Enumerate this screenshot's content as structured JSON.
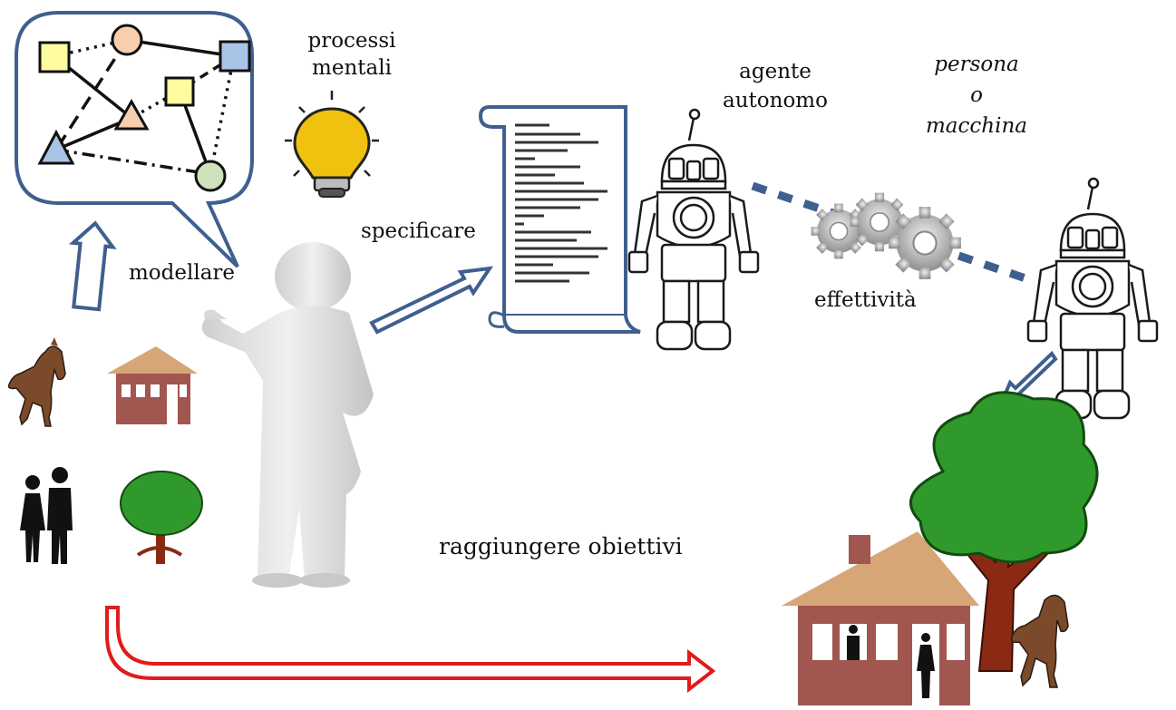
{
  "labels": {
    "mental_processes_1": "processi",
    "mental_processes_2": "mentali",
    "model": "modellare",
    "specify": "specificare",
    "agent_1": "agente",
    "agent_2": "autonomo",
    "person_1": "persona",
    "person_2": "o",
    "person_3": "macchina",
    "effectiveness": "effettività",
    "goals": "raggiungere obiettivi"
  },
  "colors": {
    "blue_frame": "#3f5f8f",
    "red_arrow": "#e11b1b",
    "bulb": "#f1c110",
    "tree": "#2f9a2b",
    "house": "#a1564f",
    "roof": "#d6a676"
  },
  "icons": [
    "speech-bubble-graph",
    "lightbulb-icon",
    "horse-icon",
    "house-icon",
    "couple-icon",
    "tree-icon",
    "thinking-person",
    "scroll-document",
    "robot-icon",
    "gears-icon",
    "arrow-icon"
  ]
}
